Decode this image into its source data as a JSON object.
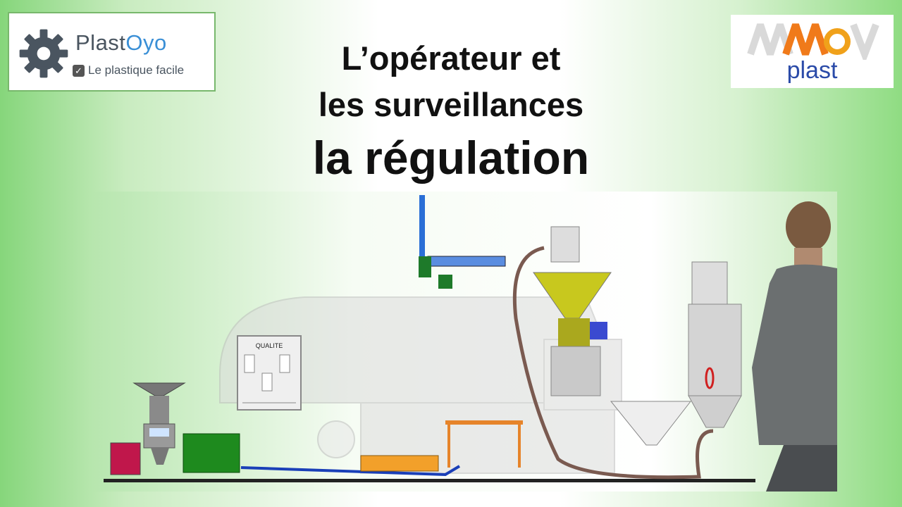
{
  "logo_left": {
    "brand_part1": "Plast",
    "brand_part2": "Oyo",
    "tagline": "Le plastique facile",
    "icon": "gear-icon"
  },
  "logo_right": {
    "brand_sub": "plast",
    "mark": "wev-logo-mark"
  },
  "title": {
    "line1": "L’opérateur et",
    "line2": "les surveillances",
    "line3": "la régulation"
  },
  "scene": {
    "panel_label": "QUALITE"
  },
  "colors": {
    "accent_green": "#8fdc82",
    "brand_blue": "#2a4aa8",
    "logo_orange": "#f07a1a",
    "title_text": "#111111"
  }
}
